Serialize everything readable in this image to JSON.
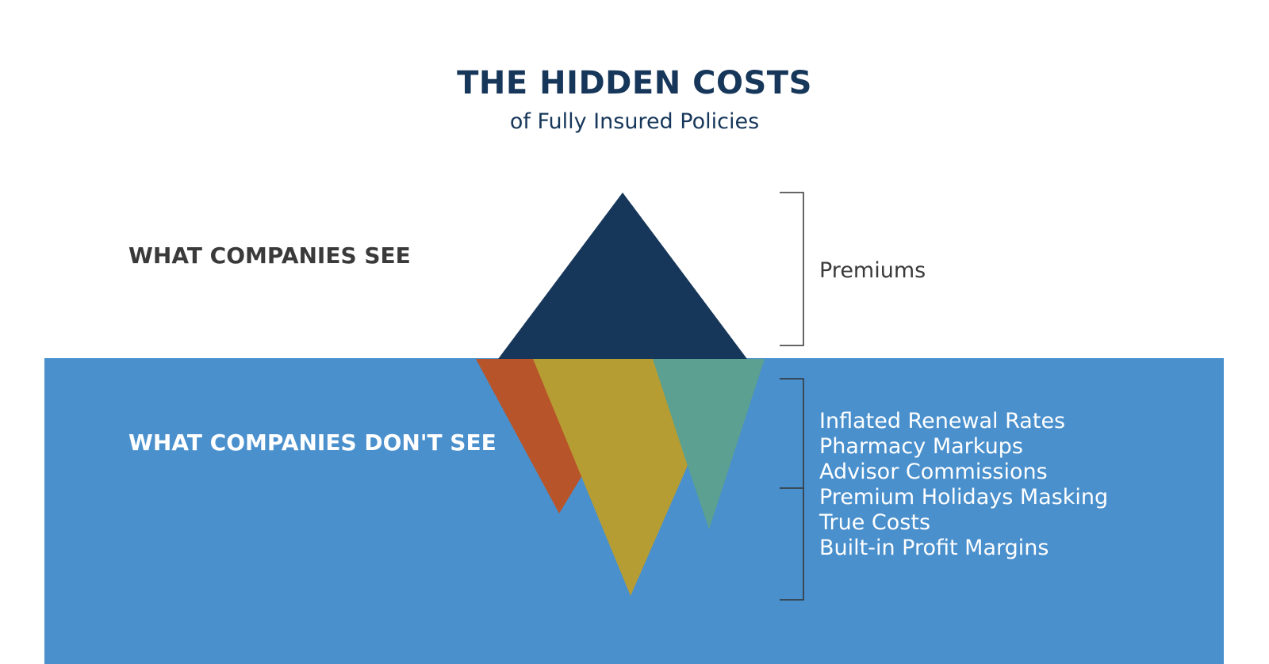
{
  "header": {
    "title": "THE HIDDEN COSTS",
    "subtitle": "of Fully Insured Policies"
  },
  "sections": {
    "visible_heading": "WHAT COMPANIES SEE",
    "hidden_heading": "WHAT COMPANIES DON'T SEE"
  },
  "labels": {
    "visible_items": [
      "Premiums"
    ],
    "hidden_items": [
      "Inflated Renewal Rates",
      "Pharmacy Markups",
      "Advisor Commissions",
      "Premium Holidays Masking True Costs",
      "Built-in Profit Margins"
    ]
  },
  "colors": {
    "navy": "#17375a",
    "water": "#4a90cd",
    "orange": "#b85429",
    "mustard": "#b69d33",
    "teal": "#5ba090",
    "text_dark": "#3a3a3a",
    "text_light": "#ffffff",
    "bracket": "#333333"
  }
}
